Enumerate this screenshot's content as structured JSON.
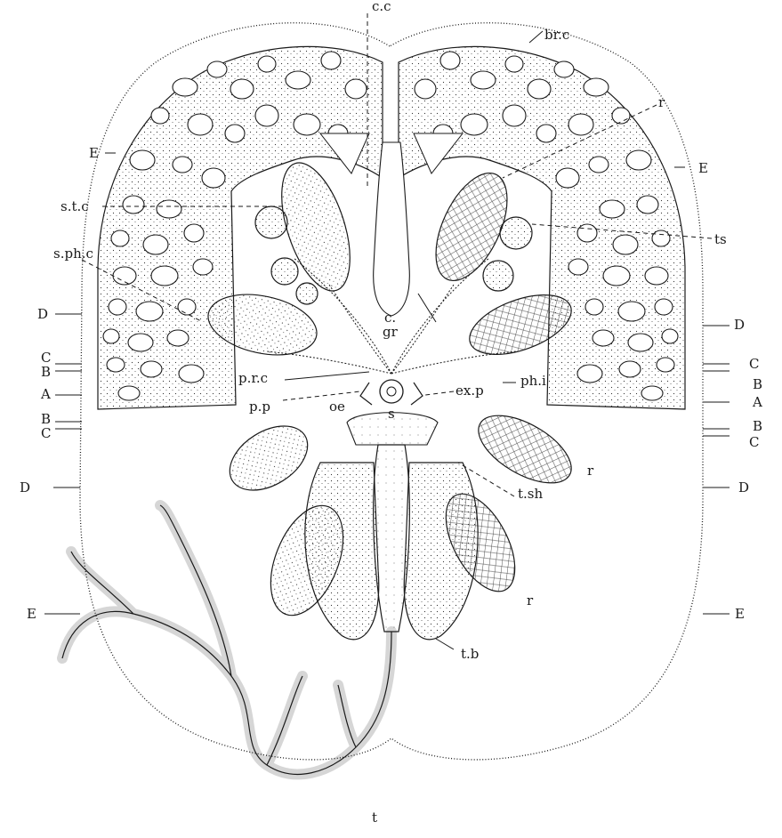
{
  "colors": {
    "ink": "#1a1a1a",
    "paper": "#ffffff"
  },
  "labels": {
    "cc": "c.c",
    "brc": "br.c",
    "r_top": "r",
    "e_left_top": "E",
    "e_right_top": "E",
    "stc": "s.t.c",
    "ts": "ts",
    "sphc": "s.ph.c",
    "d_left_top": "D",
    "d_right_top": "D",
    "c_left_top": "C",
    "b_left_top": "B",
    "a_left": "A",
    "b_left_bottom": "B",
    "c_left_bottom": "C",
    "c_right_top": "C",
    "b_right_top": "B",
    "a_right": "A",
    "b_right_bottom": "B",
    "c_right_bottom": "C",
    "c_center": "c.",
    "gr": "gr",
    "prc": "p.r.c",
    "pp": "p.p",
    "oe": "oe",
    "s": "s",
    "exp": "ex.p",
    "phi": "ph.i",
    "r_mid": "r",
    "tsh": "t.sh",
    "d_left_bottom": "D",
    "d_right_bottom": "D",
    "r_bottom": "r",
    "e_left_bottom": "E",
    "e_right_bottom": "E",
    "tb": "t.b",
    "t": "t"
  }
}
